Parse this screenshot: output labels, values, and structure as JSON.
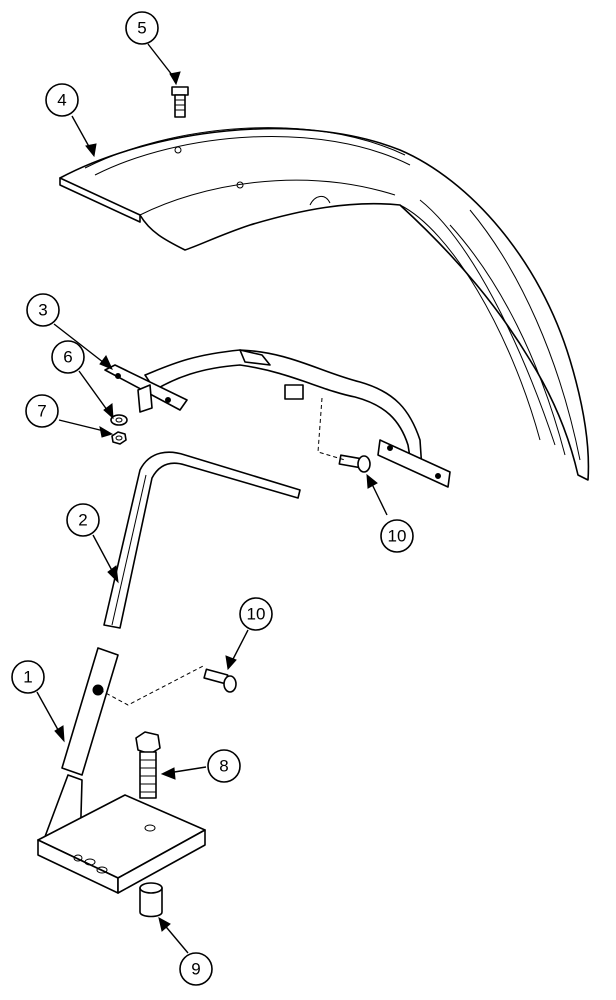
{
  "diagram": {
    "callouts": [
      {
        "id": "c1",
        "label": "1"
      },
      {
        "id": "c2",
        "label": "2"
      },
      {
        "id": "c3",
        "label": "3"
      },
      {
        "id": "c4",
        "label": "4"
      },
      {
        "id": "c5",
        "label": "5"
      },
      {
        "id": "c6",
        "label": "6"
      },
      {
        "id": "c7",
        "label": "7"
      },
      {
        "id": "c8",
        "label": "8"
      },
      {
        "id": "c9",
        "label": "9"
      },
      {
        "id": "c10a",
        "label": "10"
      },
      {
        "id": "c10b",
        "label": "10"
      }
    ]
  },
  "colors": {
    "line": "#000000",
    "background": "#ffffff"
  }
}
